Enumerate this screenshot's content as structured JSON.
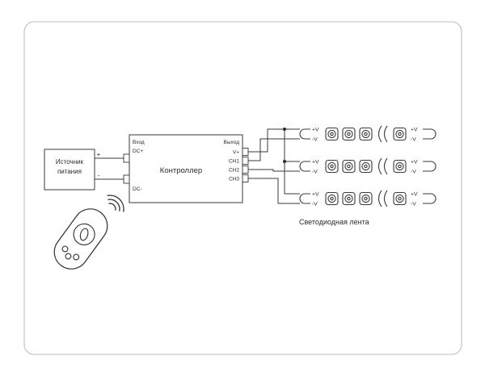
{
  "diagram": {
    "power_supply": {
      "name_line1": "Источник",
      "name_line2": "питания",
      "plus": "+",
      "minus": "-"
    },
    "controller": {
      "label": "Контроллер",
      "input_label": "Вход",
      "input_terminals": [
        {
          "label": "DC+"
        },
        {
          "label": "DC-"
        }
      ],
      "output_label": "Выход",
      "output_terminals": [
        {
          "label": "V+"
        },
        {
          "label": "CH1"
        },
        {
          "label": "CH2"
        },
        {
          "label": "CH3"
        }
      ]
    },
    "led_strip": {
      "caption": "Светодиодная лента",
      "plus_v": "+V",
      "minus_v": "-V"
    }
  }
}
